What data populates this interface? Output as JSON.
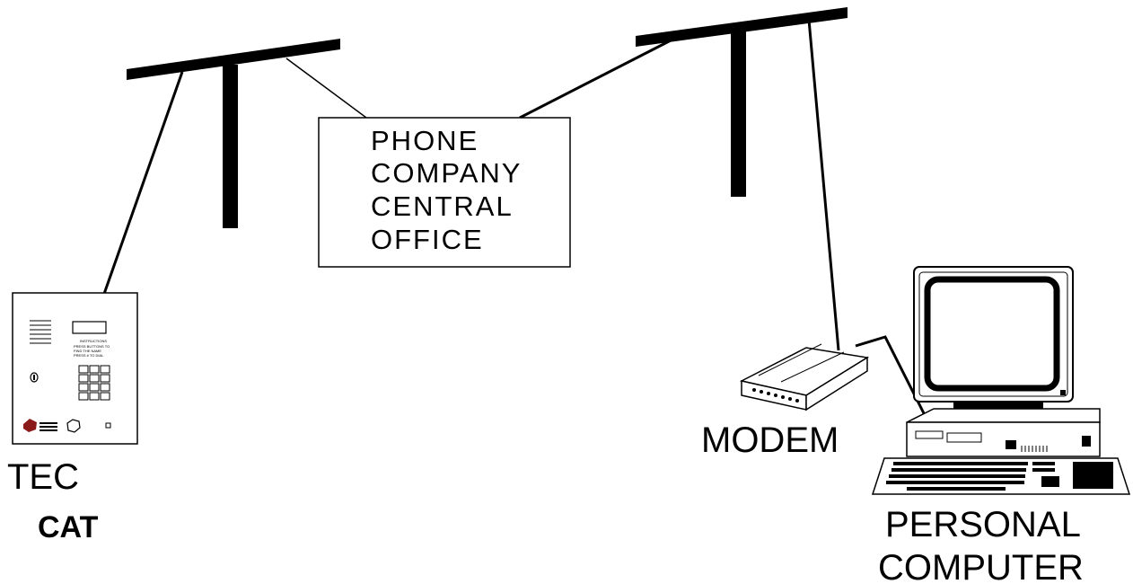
{
  "office": {
    "lines": [
      "PHONE",
      "COMPANY",
      "CENTRAL",
      "OFFICE"
    ]
  },
  "devices": {
    "tec_label": "TEC",
    "cat_label": "CAT",
    "modem_label": "MODEM",
    "pc_label_line1": "PERSONAL",
    "pc_label_line2": "COMPUTER"
  },
  "keypad_panel": {
    "instructions": [
      "INSTRUCTIONS",
      "PRESS BUTTONS TO",
      "FIND THE NAME",
      "PRESS # TO DIAL"
    ]
  },
  "colors": {
    "ink": "#000000",
    "paper": "#ffffff"
  }
}
